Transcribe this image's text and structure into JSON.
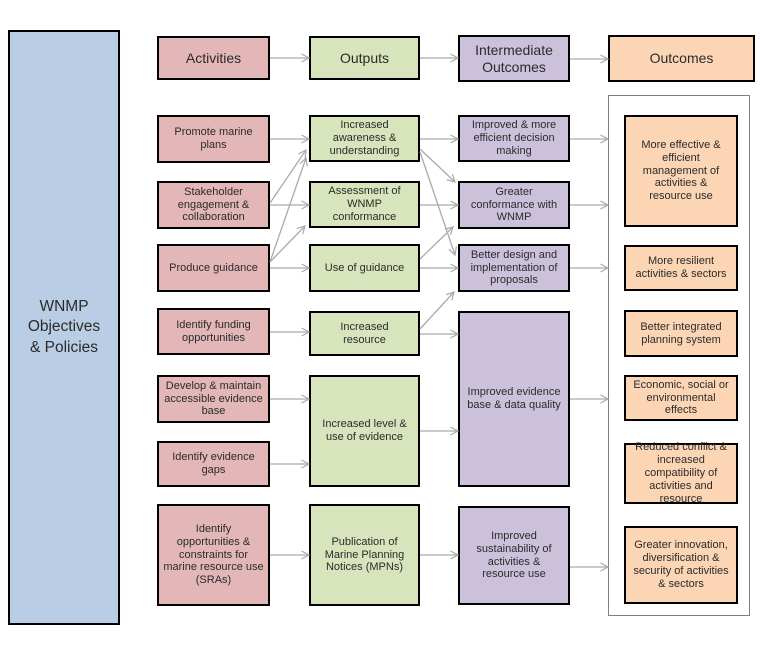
{
  "root_label": "WNMP Objectives & Policies",
  "headers": [
    "Activities",
    "Outputs",
    "Intermediate Outcomes",
    "Outcomes"
  ],
  "activities": [
    "Promote marine plans",
    "Stakeholder engagement & collaboration",
    "Produce guidance",
    "Identify funding opportunities",
    "Develop & maintain accessible evidence base",
    "Identify evidence gaps",
    "Identify opportunities & constraints for marine resource use (SRAs)"
  ],
  "outputs": [
    "Increased awareness & understanding",
    "Assessment of WNMP conformance",
    "Use of guidance",
    "Increased resource",
    "Increased level & use of evidence",
    "Publication of Marine Planning Notices (MPNs)"
  ],
  "intermediate_outcomes": [
    "Improved & more efficient decision making",
    "Greater conformance with WNMP",
    "Better design and implementation of proposals",
    "Improved evidence base & data quality",
    "Improved sustainability of activities & resource use"
  ],
  "outcomes": [
    "More effective & efficient management of activities & resource use",
    "More resilient activities & sectors",
    "Better integrated planning system",
    "Economic, social or environmental effects",
    "Reduced conflict & increased compatibility of activities and resource",
    "Greater innovation, diversification & security of activities & sectors"
  ],
  "colors": {
    "activities_fill": "#e3b6b7",
    "outputs_fill": "#d7e4bc",
    "intermediate_fill": "#ccc1da",
    "outcomes_fill": "#fcd5b4",
    "objectives_fill": "#b9cde5",
    "box_border": "#000000",
    "arrow": "#ababab",
    "outcomes_frame_border": "#7f7f7f",
    "text": "#2b2b2b"
  },
  "edges": [
    {
      "from": "header-activities",
      "to": "header-outputs"
    },
    {
      "from": "header-outputs",
      "to": "header-intermediate"
    },
    {
      "from": "header-intermediate",
      "to": "header-outcomes"
    },
    {
      "from": "a1",
      "to": "o1"
    },
    {
      "from": "a2",
      "to": "o2"
    },
    {
      "from": "a2",
      "to": "o1"
    },
    {
      "from": "a3",
      "to": "o3"
    },
    {
      "from": "a3",
      "to": "o1"
    },
    {
      "from": "a3",
      "to": "o2"
    },
    {
      "from": "a4",
      "to": "o4"
    },
    {
      "from": "a5",
      "to": "o5"
    },
    {
      "from": "a6",
      "to": "o5"
    },
    {
      "from": "a7",
      "to": "o6"
    },
    {
      "from": "o1",
      "to": "i1"
    },
    {
      "from": "o1",
      "to": "i2"
    },
    {
      "from": "o1",
      "to": "i3"
    },
    {
      "from": "o2",
      "to": "i2"
    },
    {
      "from": "o3",
      "to": "i3"
    },
    {
      "from": "o3",
      "to": "i2"
    },
    {
      "from": "o4",
      "to": "i4"
    },
    {
      "from": "o4",
      "to": "i3"
    },
    {
      "from": "o5",
      "to": "i4"
    },
    {
      "from": "o6",
      "to": "i5"
    },
    {
      "from": "i1",
      "to": "outcomes-frame"
    },
    {
      "from": "i2",
      "to": "outcomes-frame"
    },
    {
      "from": "i3",
      "to": "outcomes-frame"
    },
    {
      "from": "i4",
      "to": "outcomes-frame"
    },
    {
      "from": "i5",
      "to": "outcomes-frame"
    }
  ]
}
